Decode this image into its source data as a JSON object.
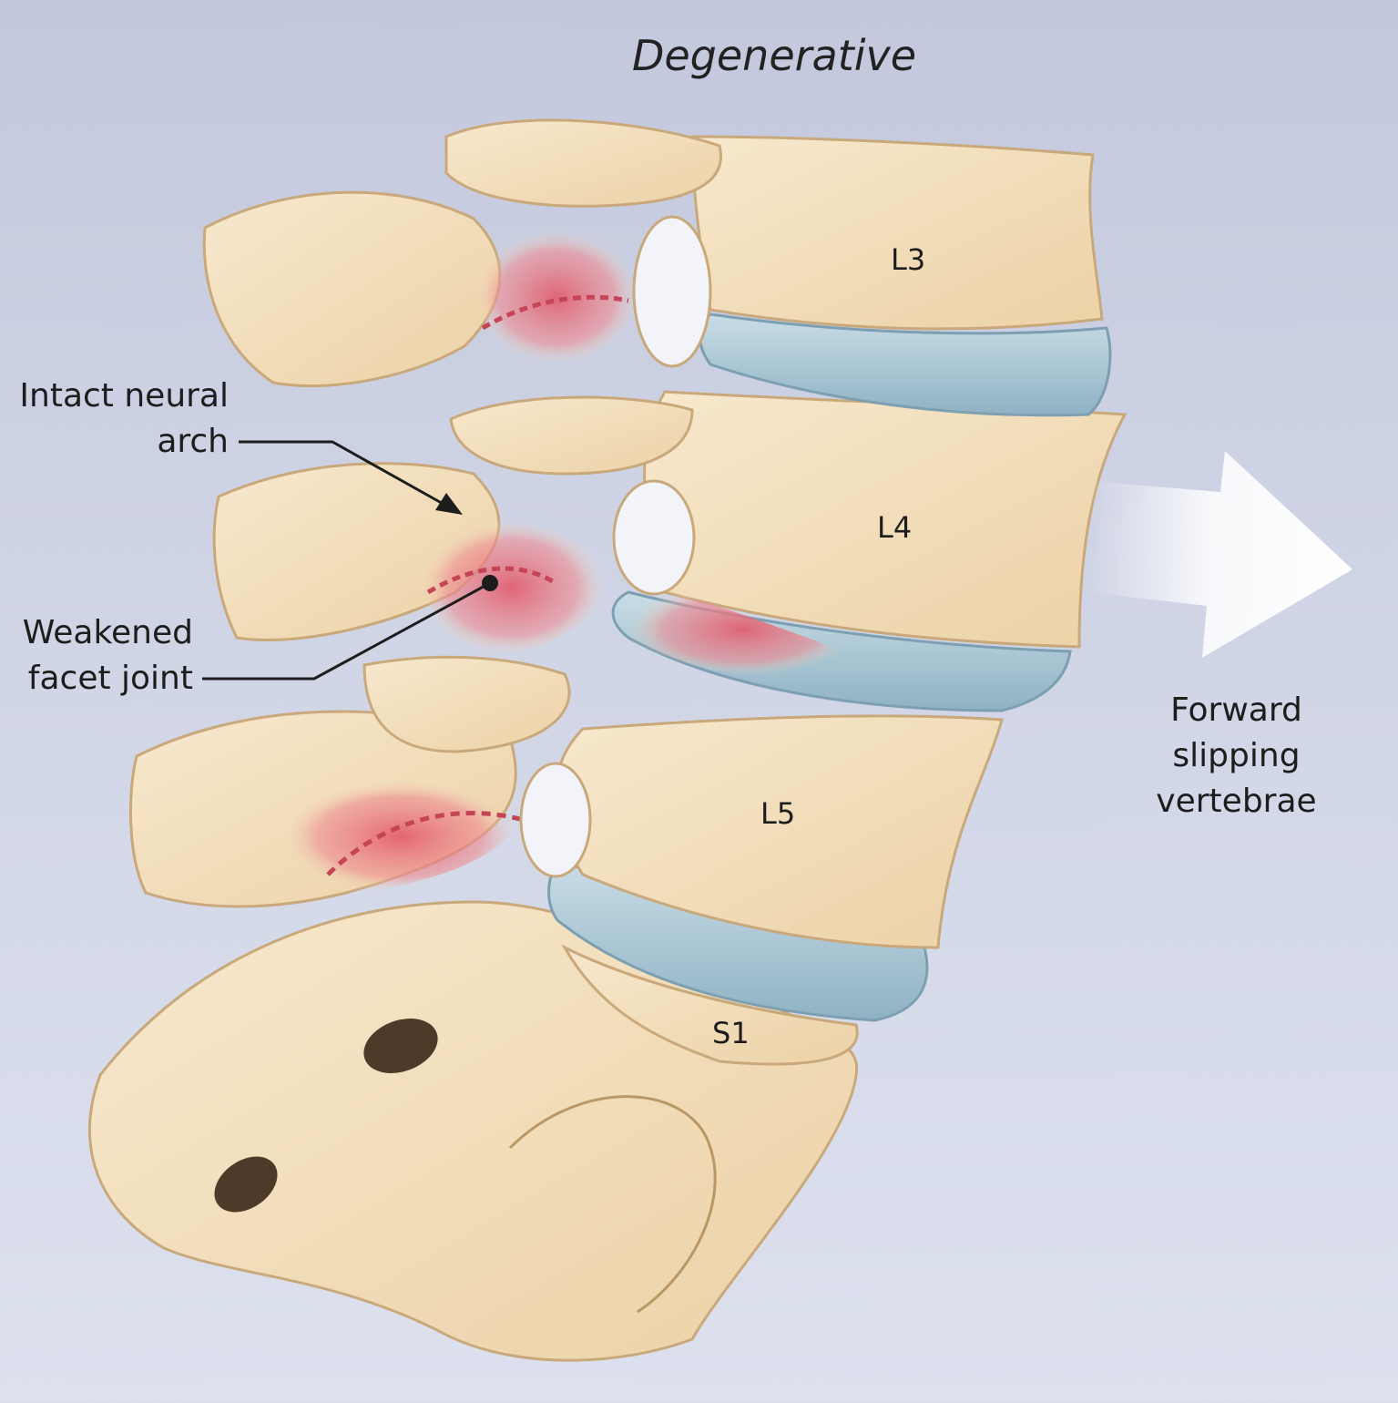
{
  "title": "Degenerative",
  "labels": {
    "intact_line1": "Intact neural",
    "intact_line2": "arch",
    "weakened_line1": "Weakened",
    "weakened_line2": "facet joint",
    "forward_line1": "Forward",
    "forward_line2": "slipping",
    "forward_line3": "vertebrae"
  },
  "vertebrae": {
    "l3": "L3",
    "l4": "L4",
    "l5": "L5",
    "s1": "S1"
  },
  "colors": {
    "background": "#c9cee2",
    "bone": "#f3dfbd",
    "bone_shadow": "#d8b98e",
    "disc": "#a9c7d6",
    "inflammation": "#e2596a",
    "arrow": "#ffffff"
  }
}
